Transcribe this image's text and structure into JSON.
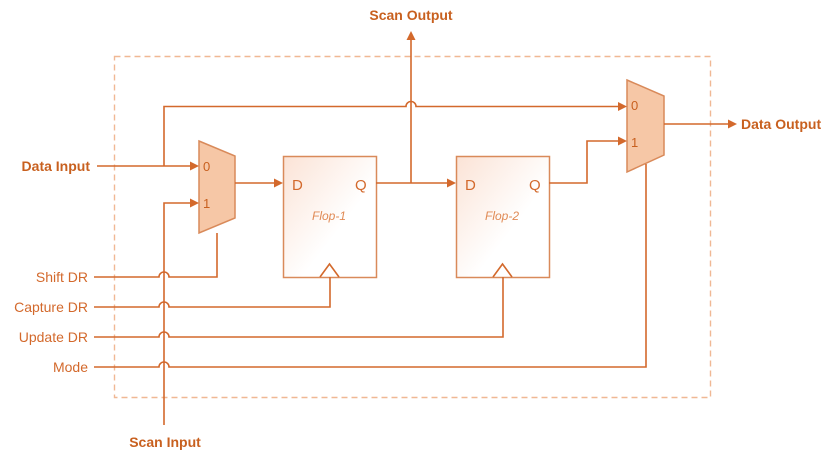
{
  "diagram": {
    "title": "Boundary scan cell",
    "accent_color": "#d3692c",
    "mux_fill_color": "#f6c7a6",
    "inputs": {
      "data_input": "Data Input",
      "scan_input": "Scan Input",
      "shift_dr": "Shift DR",
      "capture_dr": "Capture DR",
      "update_dr": "Update DR",
      "mode": "Mode"
    },
    "outputs": {
      "scan_output": "Scan Output",
      "data_output": "Data Output"
    },
    "mux1": {
      "in0": "0",
      "in1": "1"
    },
    "mux2": {
      "in0": "0",
      "in1": "1"
    },
    "flop1": {
      "name": "Flop-1",
      "d": "D",
      "q": "Q"
    },
    "flop2": {
      "name": "Flop-2",
      "d": "D",
      "q": "Q"
    }
  }
}
